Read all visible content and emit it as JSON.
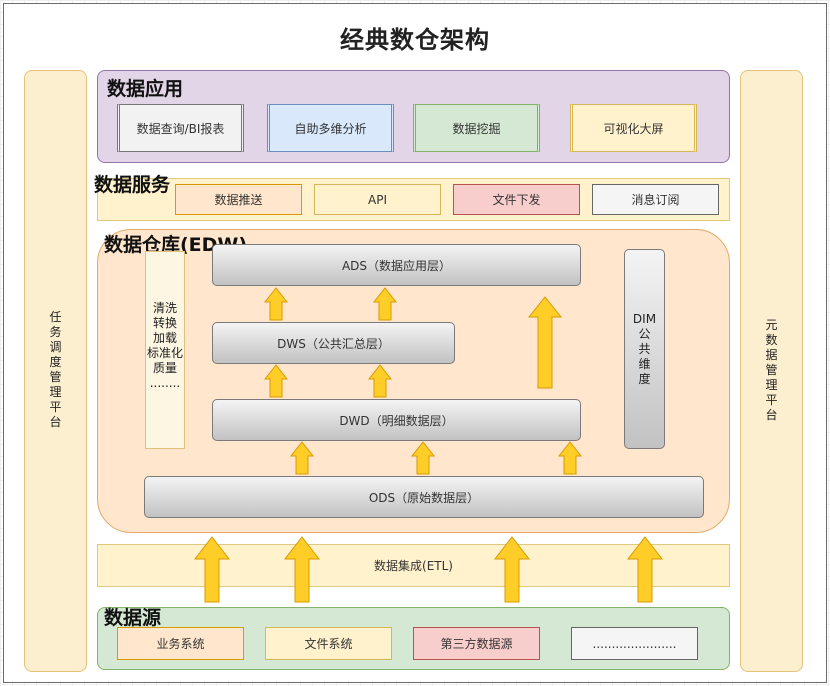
{
  "title": "经典数仓架构",
  "left_panel": {
    "label": "任务调度管理平台"
  },
  "right_panel": {
    "label": "元数据管理平台"
  },
  "app_layer": {
    "title": "数据应用",
    "items": [
      {
        "label": "数据查询/BI报表",
        "fill": "#f2f2f2",
        "border": "#777777"
      },
      {
        "label": "自助多维分析",
        "fill": "#dae8fc",
        "border": "#6c8ebf"
      },
      {
        "label": "数据挖掘",
        "fill": "#d5e8d4",
        "border": "#82b366"
      },
      {
        "label": "可视化大屏",
        "fill": "#fff2cc",
        "border": "#d6b656"
      }
    ],
    "fill": "#e1d5e7",
    "border": "#9673a6"
  },
  "service_layer": {
    "title": "数据服务",
    "items": [
      {
        "label": "数据推送",
        "fill": "#ffe6cc",
        "border": "#d79b00"
      },
      {
        "label": "API",
        "fill": "#fff2cc",
        "border": "#d6b656"
      },
      {
        "label": "文件下发",
        "fill": "#f8cecc",
        "border": "#b85450"
      },
      {
        "label": "消息订阅",
        "fill": "#f5f5f5",
        "border": "#666666"
      }
    ],
    "fill": "#fff2cc",
    "border": "#e0c97c"
  },
  "warehouse": {
    "title": "数据仓库(EDW)",
    "fill": "#ffe6cc",
    "border": "#e3a867",
    "process_label": "清洗\n转换\n加载\n标准化\n质量\n........",
    "dim_label": "DIM\n公\n共\n维\n度",
    "ads": "ADS（数据应用层）",
    "dws": "DWS（公共汇总层）",
    "dwd": "DWD（明细数据层）",
    "ods": "ODS（原始数据层）"
  },
  "etl": {
    "label": "数据集成(ETL)"
  },
  "source_layer": {
    "title": "数据源",
    "items": [
      {
        "label": "业务系统",
        "fill": "#ffe6cc",
        "border": "#d79b00"
      },
      {
        "label": "文件系统",
        "fill": "#fff2cc",
        "border": "#d6b656"
      },
      {
        "label": "第三方数据源",
        "fill": "#f8cecc",
        "border": "#b85450"
      },
      {
        "label": "......................",
        "fill": "#f5f5f5",
        "border": "#666666"
      }
    ],
    "fill": "#d5e8d4",
    "border": "#82b366"
  },
  "colors": {
    "arrow_fill": "#ffcd28",
    "arrow_stroke": "#d79b00"
  }
}
